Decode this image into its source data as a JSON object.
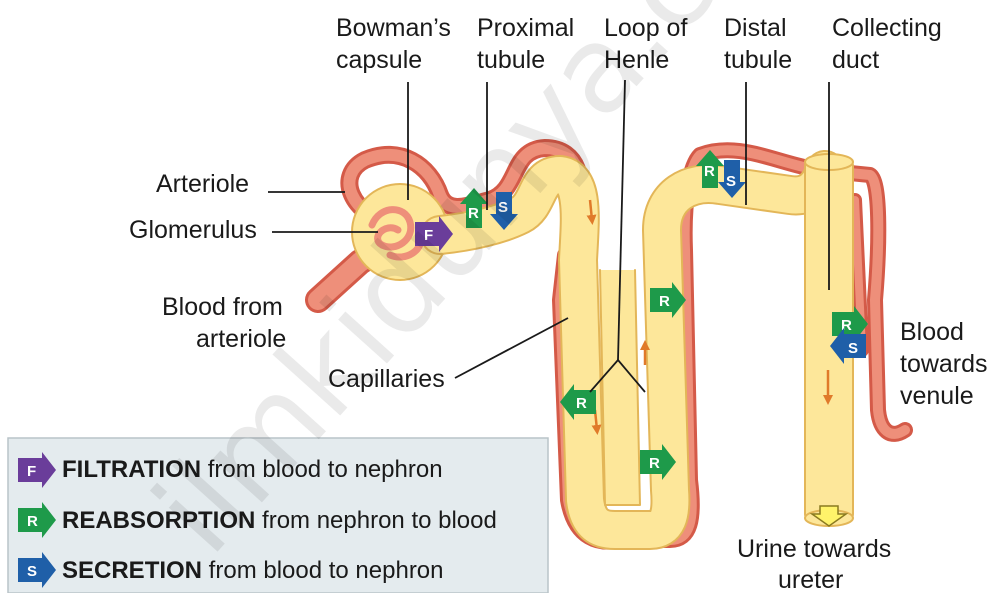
{
  "labels": {
    "bowmans_line1": "Bowman’s",
    "bowmans_line2": "capsule",
    "proximal_line1": "Proximal",
    "proximal_line2": "tubule",
    "loop_line1": "Loop of",
    "loop_line2": "Henle",
    "distal_line1": "Distal",
    "distal_line2": "tubule",
    "collecting_line1": "Collecting",
    "collecting_line2": "duct",
    "arteriole": "Arteriole",
    "glomerulus": "Glomerulus",
    "blood_from_line1": "Blood from",
    "blood_from_line2": "arteriole",
    "capillaries": "Capillaries",
    "blood_towards_line1": "Blood",
    "blood_towards_line2": "towards",
    "blood_towards_line3": "venule",
    "urine_line1": "Urine towards",
    "urine_line2": "ureter"
  },
  "badges": {
    "filtration": "F",
    "reabsorption": "R",
    "secretion": "S"
  },
  "legend": [
    {
      "letter": "F",
      "bold": "FILTRATION",
      "rest": " from blood to nephron"
    },
    {
      "letter": "R",
      "bold": "REABSORPTION",
      "rest": " from nephron to blood"
    },
    {
      "letter": "S",
      "bold": "SECRETION",
      "rest": " from blood to nephron"
    }
  ],
  "watermark": "ilmkidunya.com",
  "colors": {
    "blood_vessel": "#ee8f7a",
    "blood_vessel_edge": "#d45a48",
    "nephron_fill": "#fde79a",
    "nephron_edge": "#e3b658",
    "filtration": "#6a3d9a",
    "reabsorption": "#1e9a4a",
    "secretion": "#1f5fa8",
    "legend_bg": "#e4ebee"
  }
}
